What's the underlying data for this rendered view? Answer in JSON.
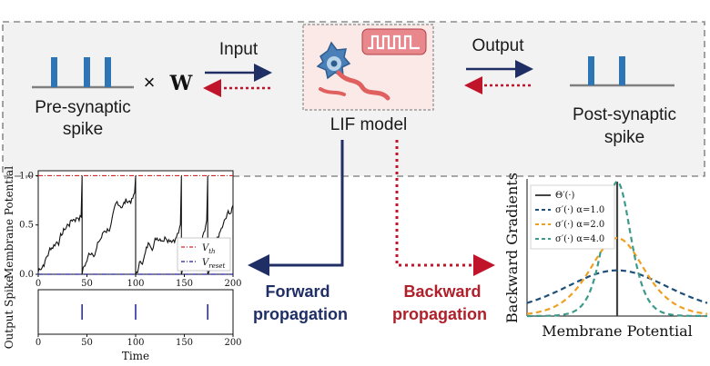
{
  "labels": {
    "input": "Input",
    "output": "Output",
    "presyn_line1": "Pre-synaptic",
    "presyn_line2": "spike",
    "times": "×",
    "weight": "W",
    "lif": "LIF model",
    "postsyn_line1": "Post-synaptic",
    "postsyn_line2": "spike",
    "forward_line1": "Forward",
    "forward_line2": "propagation",
    "backward_line1": "Backward",
    "backward_line2": "propagation"
  },
  "colors": {
    "spike": "#2e75b6",
    "forward": "#1f2f66",
    "backward": "#c0142a",
    "box_bg": "#f2f2f2",
    "lif_bg": "#fbe9e7"
  },
  "icons": [
    "neuron-icon",
    "spike-train-icon"
  ],
  "chart_data": [
    {
      "type": "line",
      "ylabel": "Membrane Potential",
      "xlim": [
        0,
        200
      ],
      "ylim": [
        0,
        1.05
      ],
      "xticks": [
        "0",
        "50",
        "100",
        "150",
        "200"
      ],
      "yticks": [
        "0.0",
        "0.5",
        "1.0"
      ],
      "reset_times": [
        45,
        100,
        147,
        174
      ],
      "thresholds": [
        {
          "name": "V_th",
          "sub": "th",
          "value": 1.0,
          "color": "#d62728",
          "dash": "dashdot"
        },
        {
          "name": "V_reset",
          "sub": "reset",
          "value": 0.0,
          "color": "#1f1f9f",
          "dash": "dashdot"
        }
      ],
      "legend_position": "lower-right"
    },
    {
      "type": "scatter",
      "ylabel": "Output Spike",
      "xlabel": "Time",
      "xlim": [
        0,
        200
      ],
      "xticks": [
        "0",
        "50",
        "100",
        "150",
        "200"
      ],
      "spike_times": [
        45,
        100,
        174
      ],
      "color": "#1f1f9f"
    },
    {
      "type": "line",
      "ylabel": "Backward Gradients",
      "xlabel": "Membrane Potential",
      "series": [
        {
          "name": "Θ′(·)",
          "alpha": null,
          "color": "#444444",
          "dash": "solid"
        },
        {
          "name": "σ′(·) α=1.0",
          "alpha": 1.0,
          "color": "#1f4e79",
          "dash": "dashed"
        },
        {
          "name": "σ′(·) α=2.0",
          "alpha": 2.0,
          "color": "#f0a020",
          "dash": "dashed"
        },
        {
          "name": "σ′(·) α=4.0",
          "alpha": 4.0,
          "color": "#3c9a8a",
          "dash": "dashed"
        }
      ],
      "legend_position": "top-left"
    }
  ]
}
